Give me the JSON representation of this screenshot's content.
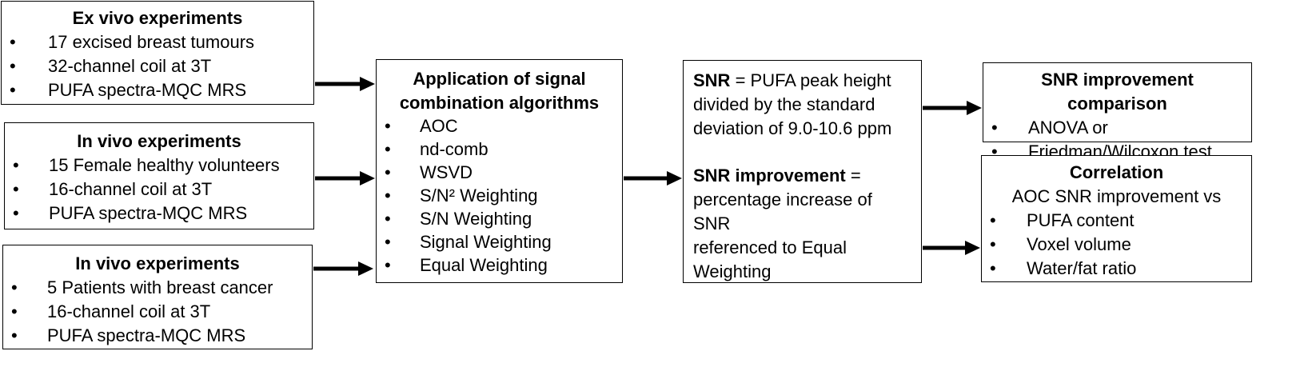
{
  "boxes": {
    "ex_vivo": {
      "title": "Ex vivo experiments",
      "items": [
        "17 excised breast tumours",
        "32-channel coil at 3T",
        "PUFA spectra-MQC MRS"
      ]
    },
    "in_vivo_healthy": {
      "title": "In vivo experiments",
      "items": [
        "15 Female healthy volunteers",
        "16-channel coil at 3T",
        "PUFA spectra-MQC MRS"
      ]
    },
    "in_vivo_patients": {
      "title": "In vivo experiments",
      "items": [
        "5 Patients with breast cancer",
        "16-channel coil at 3T",
        "PUFA spectra-MQC MRS"
      ]
    },
    "algorithms": {
      "title_line1": "Application of signal",
      "title_line2": "combination algorithms",
      "items": [
        "AOC",
        "nd-comb",
        "WSVD",
        "S/N² Weighting",
        "S/N Weighting",
        "Signal Weighting",
        "Equal Weighting"
      ]
    },
    "snr": {
      "snr_label": "SNR",
      "snr_def_lines": [
        " = PUFA peak height",
        "divided by the standard",
        "deviation of 9.0-10.6 ppm"
      ],
      "imp_label": "SNR improvement",
      "imp_def_lines": [
        " =",
        "percentage increase of SNR",
        "referenced to Equal",
        "Weighting"
      ]
    },
    "comparison": {
      "title": "SNR improvement comparison",
      "items": [
        "ANOVA or",
        "Friedman/Wilcoxon test"
      ]
    },
    "correlation": {
      "title": "Correlation",
      "subtitle": "AOC SNR improvement vs",
      "items": [
        "PUFA content",
        "Voxel volume",
        "Water/fat ratio"
      ]
    }
  },
  "bullet": "•"
}
